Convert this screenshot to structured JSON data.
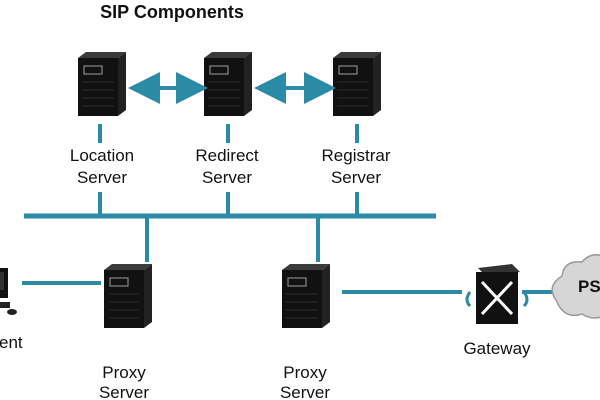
{
  "title": "SIP Components",
  "servers": {
    "location": {
      "line1": "Location",
      "line2": "Server"
    },
    "redirect": {
      "line1": "Redirect",
      "line2": "Server"
    },
    "registrar": {
      "line1": "Registrar",
      "line2": "Server"
    },
    "proxy_left": {
      "line1": "Proxy",
      "line2": "Server"
    },
    "proxy_right": {
      "line1": "Proxy",
      "line2": "Server"
    }
  },
  "client_label": "ent",
  "gateway_label": "Gateway",
  "cloud_label": "PS",
  "colors": {
    "link": "#2b8aa6",
    "server_body": "#111111",
    "cloud": "#d6d6d6"
  },
  "icons": [
    "server-icon",
    "client-pc-icon",
    "gateway-icon",
    "cloud-icon",
    "double-arrow-icon"
  ]
}
